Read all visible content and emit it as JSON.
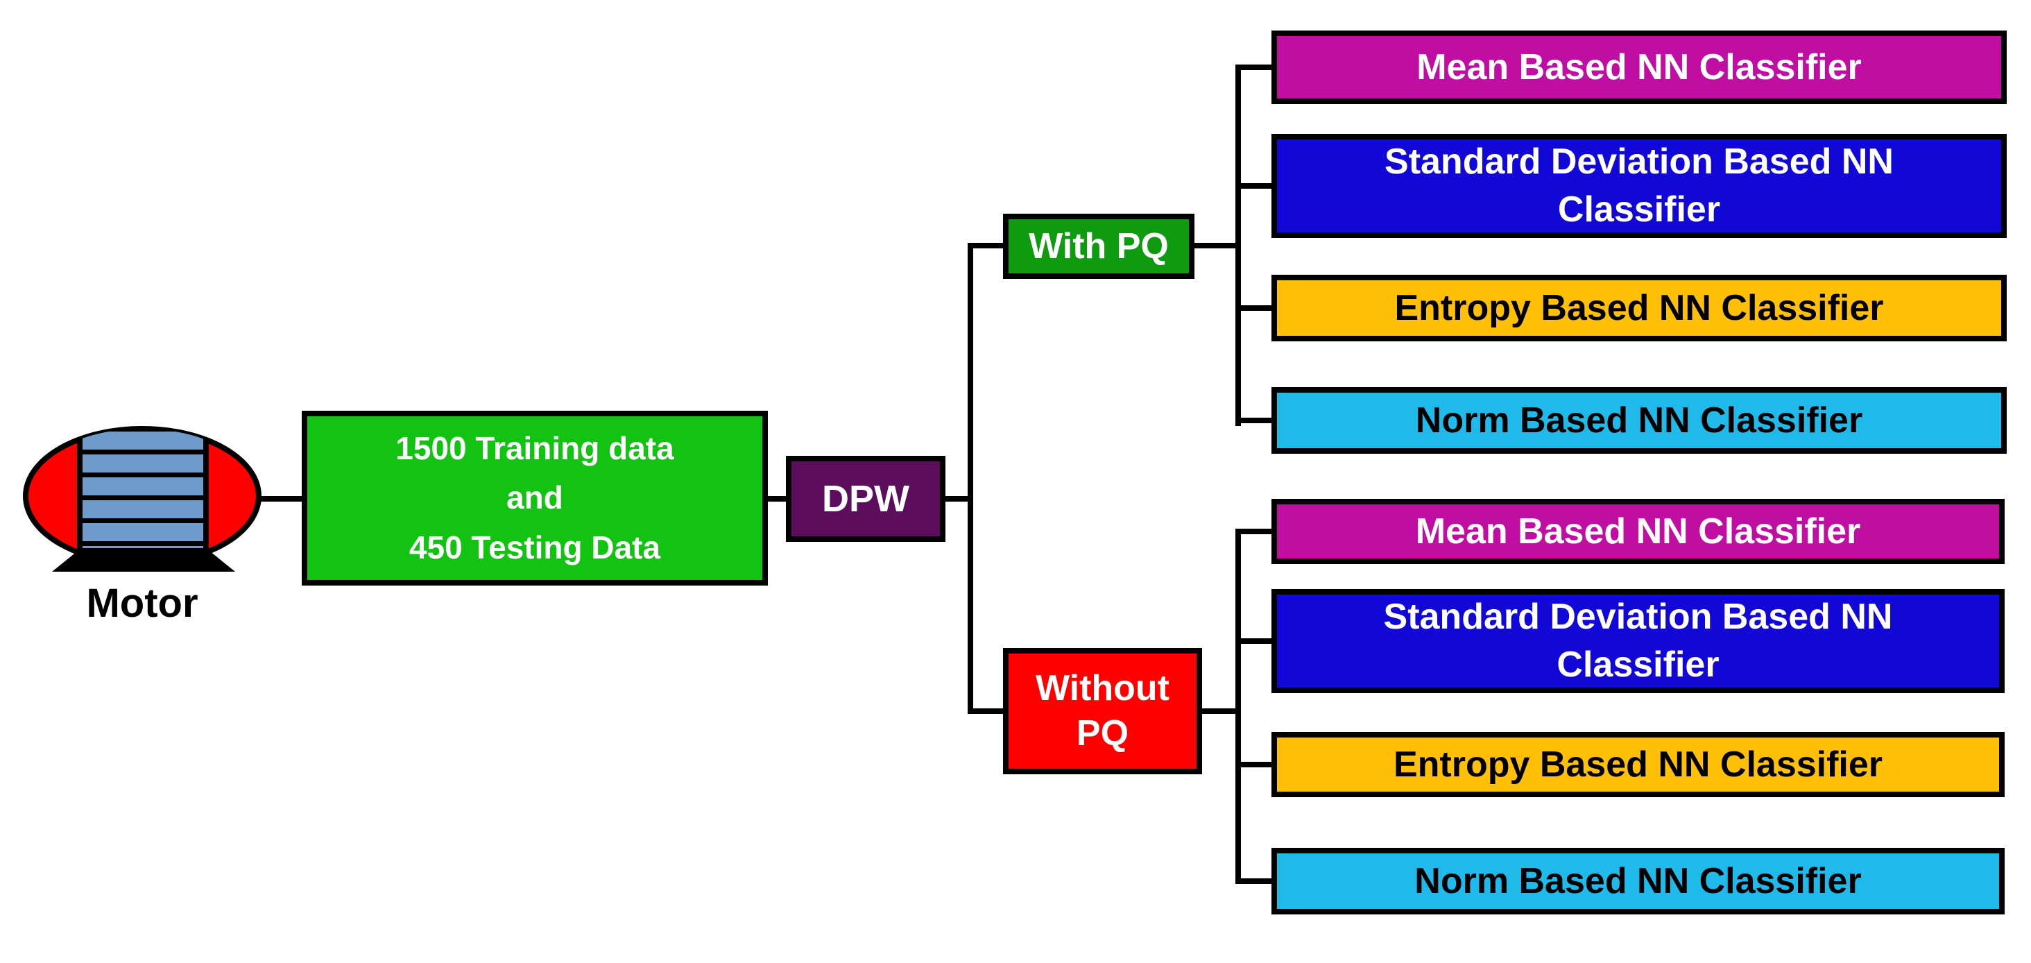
{
  "motor": {
    "label": "Motor"
  },
  "data_box": {
    "lines": [
      "1500 Training data",
      "and",
      "450 Testing Data"
    ]
  },
  "dpw": {
    "label": "DPW"
  },
  "branches": {
    "with_pq": {
      "label": "With PQ",
      "classifiers": [
        "Mean Based NN Classifier",
        "Standard Deviation Based NN Classifier",
        "Entropy Based NN Classifier",
        "Norm Based NN Classifier"
      ]
    },
    "without_pq": {
      "label": "Without PQ",
      "classifiers": [
        "Mean Based NN Classifier",
        "Standard Deviation Based NN Classifier",
        "Entropy Based NN Classifier",
        "Norm Based NN Classifier"
      ]
    }
  },
  "colors": {
    "data_box_green": "#12C312",
    "with_pq_green": "#0F9B0F",
    "dpw_purple": "#5C0D5C",
    "without_pq_red": "#FF0000",
    "mean_magenta": "#C00DA2",
    "std_blue": "#1108D8",
    "entropy_gold": "#FFC007",
    "norm_cyan": "#1FB9EA",
    "motor_body_red": "#FF0000",
    "motor_slat_blue": "#6D9BCB",
    "line_black": "#000000"
  }
}
